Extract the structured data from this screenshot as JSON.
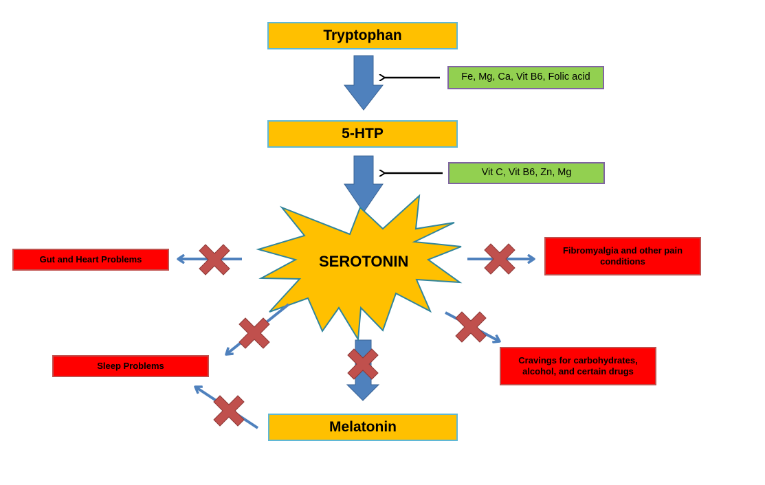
{
  "title": "Serotonin pathway diagram",
  "colors": {
    "molecule_fill": "#ffc000",
    "molecule_border": "#5fb8d6",
    "cofactor_fill": "#92d050",
    "cofactor_border": "#8064a2",
    "problem_fill": "#ff0000",
    "problem_border": "#c0504d",
    "arrow_blue": "#4f81bd",
    "blocked_x": "#c0504d"
  },
  "pathway": {
    "tryptophan": "Tryptophan",
    "htp": "5-HTP",
    "serotonin": "SEROTONIN",
    "melatonin": "Melatonin"
  },
  "cofactors": {
    "step1": "Fe, Mg, Ca, Vit B6, Folic acid",
    "step2": "Vit C, Vit B6, Zn, Mg"
  },
  "problems": {
    "gut_heart": "Gut and Heart Problems",
    "fibromyalgia_line1": "Fibromyalgia and other pain",
    "fibromyalgia_line2": "conditions",
    "sleep": "Sleep Problems",
    "cravings_line1": "Cravings for carbohydrates,",
    "cravings_line2": "alcohol, and certain drugs"
  }
}
